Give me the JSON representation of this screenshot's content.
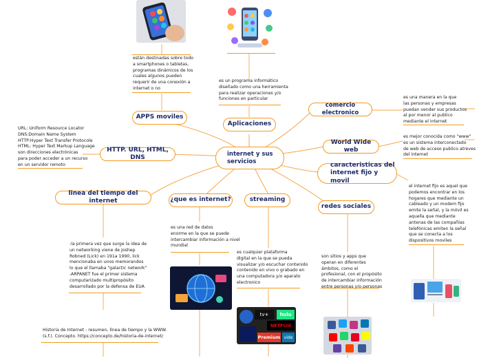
{
  "center": "internet y sus\nservicios",
  "topics": {
    "apps": "APPS moviles",
    "aplicaciones": "Aplicaciones",
    "comercio": "comercio electronico",
    "www": "World Wide web",
    "caracteristicas": "caracteristicas del\ninternet fijo y movil",
    "http": "HTTP. URL, HTML, DNS",
    "linea": "linea del tiempo del internet",
    "que_es": "¿que es internet?",
    "streaming": "streaming",
    "redes": "redes sociales"
  },
  "notes": {
    "apps": "están destinadas sobre todo\na smartphones o tabletas,\nprogramas dinámicos de los\ncuales algunos pueden\nrequerir de una conexión a\ninternet o no",
    "aplicaciones": "es un programa informático\ndiseñado como una herramienta\npara realizar operaciones y/o\nfunciones en particular",
    "comercio": "es una manera en la que\nlas personas y empresas\npuedan vender sus productos\nal por menor al publico\nmediante el internet",
    "www": "es mejor conocida como \"www\"\nes un sistema interconectado\nde web de acceso publico atreves\ndel internet",
    "caracteristicas": "el internet fijo es aquel que\npodemos encontrar en los\nhogares que mediante un\ncableado y un modem fijo\nemite la señal, y la móvil es\naquella que mediante\nantenas de las compañías\ntelefónicas emiten la señal\nque se conecta a los\ndispositivos moviles",
    "http": "URL: Uniform Resource Locator\nDNS:Domain Name System\nHTTP:Hyper Text Transfer Protocole\nHTML: Hyper Text Markup Language\nson direcciones electrónicas\npara poder acceder a un recurso\nen un servidor remoto",
    "linea": "-la primera vez que surge la idea de\nun networking viene de Joshep\nRobned (Lick) en 191a 1990, lick\nmencionaba en unos memorandos\nlo que el llamaba \"galactic network\"\n-ARPANET fue el primer sistema\ncomputarizado multipropósito\ndesarrollado por la defensa de EUA",
    "que_es": "es una red de datos\nenorme en la que se puede\nintercambiar información a nivel\nmundial",
    "streaming": "es cualquier plataforma\ndigital en la que se pueda\nvisualizar y/o escuchar contenido\ncontenido en vivo o grabado en\nuna computadora y/o aparato\nelectronico",
    "redes": "son sitios y apps que\noperan en diferentes\námbitos, como el\nprofesional, con el propósito\nde intercambiar información\nentre personas y/o personas",
    "source": "Historia de Internet - resumen, línea de tiempo y la WWW.\n(s.f.). Concepto. https://concepto.de/historia-de-internet/"
  },
  "streaming_logos": [
    "tv+",
    "hulu",
    "NETFLIX",
    "Premium",
    "vide"
  ],
  "colors": {
    "accent": "#f39a1e",
    "node_text": "#1d2a66"
  }
}
